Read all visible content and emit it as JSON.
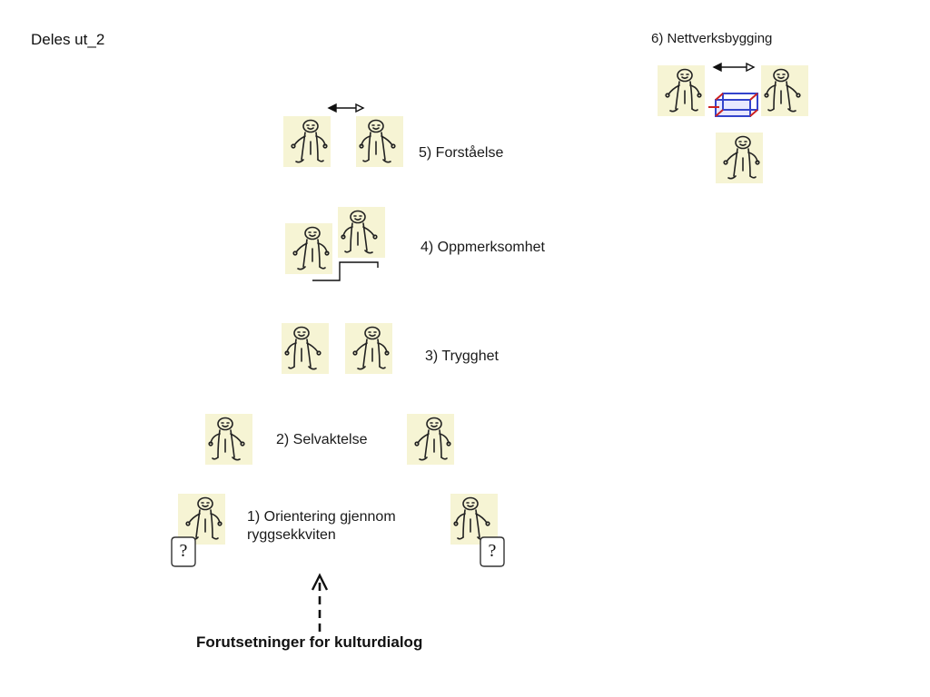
{
  "title": "Deles ut_2",
  "steps": {
    "s1": {
      "label_line1": "1) Orientering gjennom",
      "label_line2": "ryggsekkviten",
      "badge": "?"
    },
    "s2": {
      "label": "2) Selvaktelse"
    },
    "s3": {
      "label": "3) Trygghet"
    },
    "s4": {
      "label": "4) Oppmerksomhet"
    },
    "s5": {
      "label": "5) Forståelse"
    },
    "s6": {
      "label": "6) Nettverksbygging"
    }
  },
  "footer": "Forutsetninger for kulturdialog",
  "colors": {
    "figure_bg": "#f6f4d4",
    "box_red": "#cc2222",
    "box_blue": "#3344cc"
  }
}
